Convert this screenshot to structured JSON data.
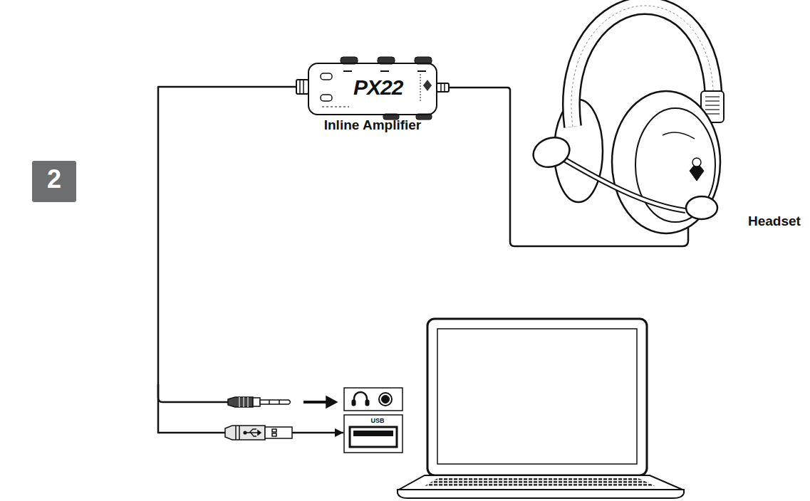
{
  "diagram": {
    "nodes": [
      {
        "text": [
          "2"
        ]
      },
      {
        "text": [
          "PX22",
          "Inline Amplifier"
        ]
      },
      {
        "text": [
          "USB"
        ]
      }
    ],
    "edges": [
      {
        "from": 1,
        "to": 2,
        "arrow": "to"
      }
    ],
    "labels": [
      "Headset"
    ]
  }
}
